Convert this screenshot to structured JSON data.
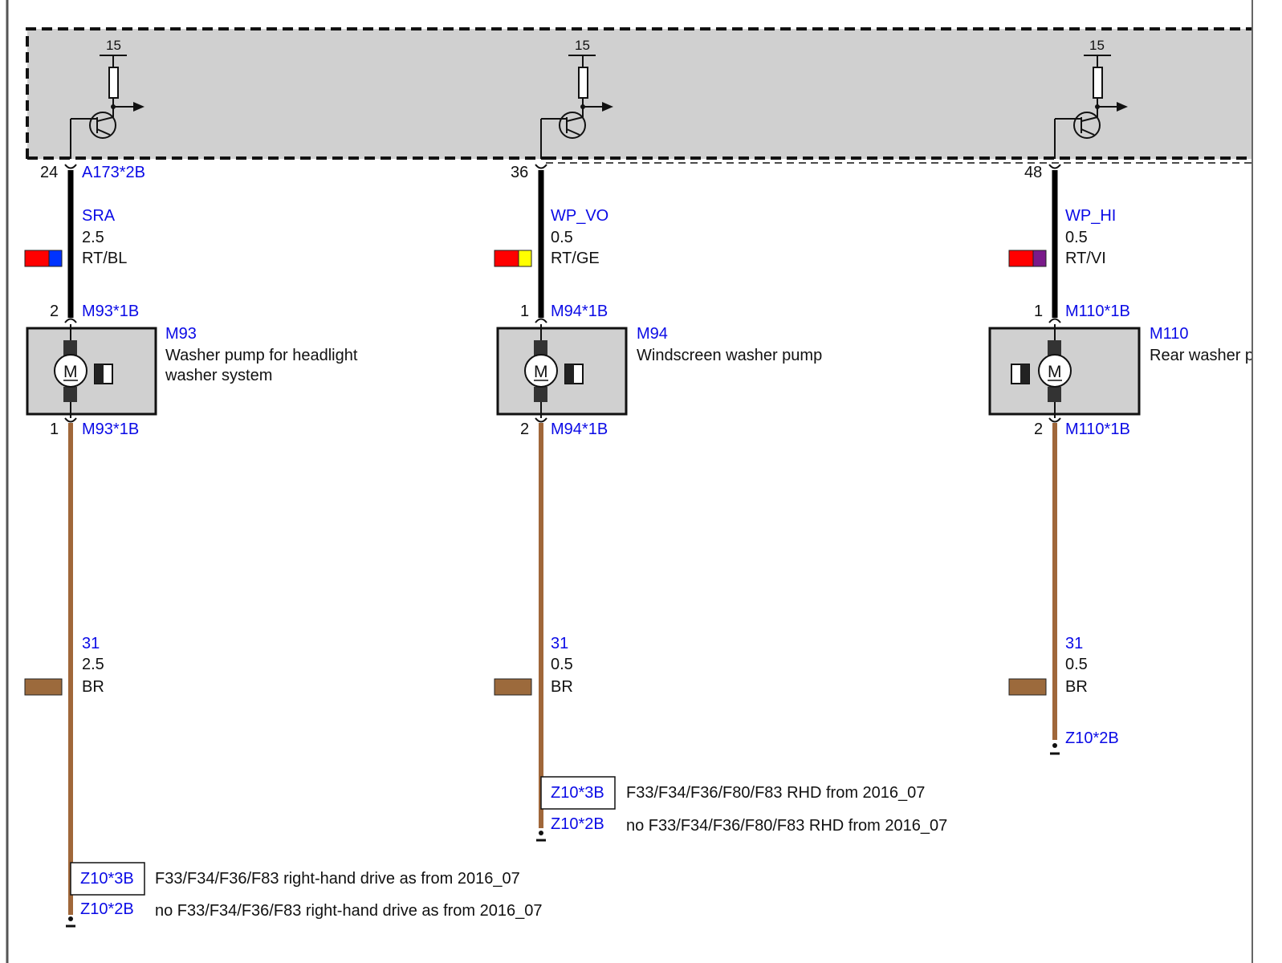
{
  "supply_label": "15",
  "ground_label": "31",
  "colors": {
    "module_fill": "#d0d0d0",
    "wire_signal": "#000000",
    "wire_ground": "#a0673a",
    "text_blue": "#0a0ae6",
    "red": "#ff0000",
    "blue": "#0033ff",
    "yellow": "#ffff00",
    "violet": "#7a1a8a",
    "brown": "#9c6a3c"
  },
  "circuits": [
    {
      "control_pin": "24",
      "control_connector": "A173*2B",
      "signal_name": "SRA",
      "signal_size": "2.5",
      "signal_color": "RT/BL",
      "signal_color2": "#0033ff",
      "motor_pin_top": "2",
      "motor_conn_top": "M93*1B",
      "motor_pin_bottom": "1",
      "motor_conn_bottom": "M93*1B",
      "component_id": "M93",
      "component_desc_1": "Washer pump for headlight",
      "component_desc_2": "washer system",
      "ground_size": "2.5",
      "ground_color": "BR",
      "end_boxed_conn": "Z10*3B",
      "end_boxed_note": "F33/F34/F36/F83 right-hand drive as from 2016_07",
      "end_conn": "Z10*2B",
      "end_note": "no F33/F34/F36/F83 right-hand drive as from 2016_07"
    },
    {
      "control_pin": "36",
      "signal_name": "WP_VO",
      "signal_size": "0.5",
      "signal_color": "RT/GE",
      "signal_color2": "#ffff00",
      "motor_pin_top": "1",
      "motor_conn_top": "M94*1B",
      "motor_pin_bottom": "2",
      "motor_conn_bottom": "M94*1B",
      "component_id": "M94",
      "component_desc_1": "Windscreen washer pump",
      "ground_size": "0.5",
      "ground_color": "BR",
      "end_boxed_conn": "Z10*3B",
      "end_boxed_note": "F33/F34/F36/F80/F83 RHD from 2016_07",
      "end_conn": "Z10*2B",
      "end_note": "no F33/F34/F36/F80/F83 RHD from 2016_07"
    },
    {
      "control_pin": "48",
      "signal_name": "WP_HI",
      "signal_size": "0.5",
      "signal_color": "RT/VI",
      "signal_color2": "#7a1a8a",
      "motor_pin_top": "1",
      "motor_conn_top": "M110*1B",
      "motor_pin_bottom": "2",
      "motor_conn_bottom": "M110*1B",
      "component_id": "M110",
      "component_desc_1": "Rear washer p",
      "ground_size": "0.5",
      "ground_color": "BR",
      "end_conn": "Z10*2B"
    }
  ]
}
